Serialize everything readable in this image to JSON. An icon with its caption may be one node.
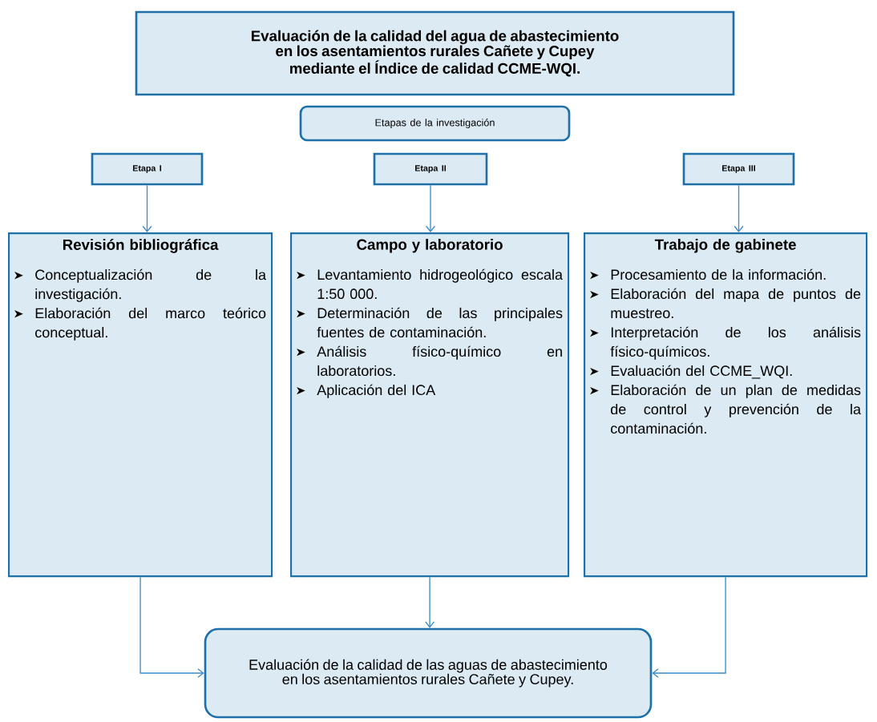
{
  "diagram": {
    "nodes": [
      {
        "text": [
          "Evaluación de la calidad del agua de abastecimiento en los asentamientos rurales Cañete y Cupey mediante el Índice de calidad CCME-WQI."
        ]
      },
      {
        "text": [
          "Etapas de la investigación"
        ]
      },
      {
        "text": [
          "Etapa I"
        ]
      },
      {
        "text": [
          "Etapa II"
        ]
      },
      {
        "text": [
          "Etapa III"
        ]
      },
      {
        "text": [
          "Revisión bibliográfica",
          "Conceptualización de la investigación.",
          "Elaboración del marco teórico conceptual."
        ]
      },
      {
        "text": [
          "Campo y laboratorio",
          "Levantamiento hidrogeológico escala 1:50 000.",
          "Determinación de las principales fuentes de contaminación.",
          "Análisis físico-químico en laboratorios.",
          "Aplicación del ICA"
        ]
      },
      {
        "text": [
          "Trabajo de gabinete",
          "Procesamiento de la información.",
          "Elaboración del mapa de puntos de muestreo.",
          "Interpretación de los análisis físico-químicos.",
          "Evaluación del CCME_WQI.",
          "Elaboración de un plan de medidas de control y prevención de la contaminación."
        ]
      },
      {
        "text": [
          "Evaluación de la calidad de las aguas de abastecimiento en los asentamientos rurales Cañete y Cupey."
        ]
      }
    ],
    "edges": [
      {
        "from": 2,
        "to": 5,
        "arrow": "to"
      },
      {
        "from": 3,
        "to": 6,
        "arrow": "to"
      },
      {
        "from": 4,
        "to": 7,
        "arrow": "to"
      },
      {
        "from": 5,
        "to": 8,
        "arrow": "to"
      },
      {
        "from": 6,
        "to": 8,
        "arrow": "to"
      },
      {
        "from": 7,
        "to": 8,
        "arrow": "to"
      }
    ]
  }
}
